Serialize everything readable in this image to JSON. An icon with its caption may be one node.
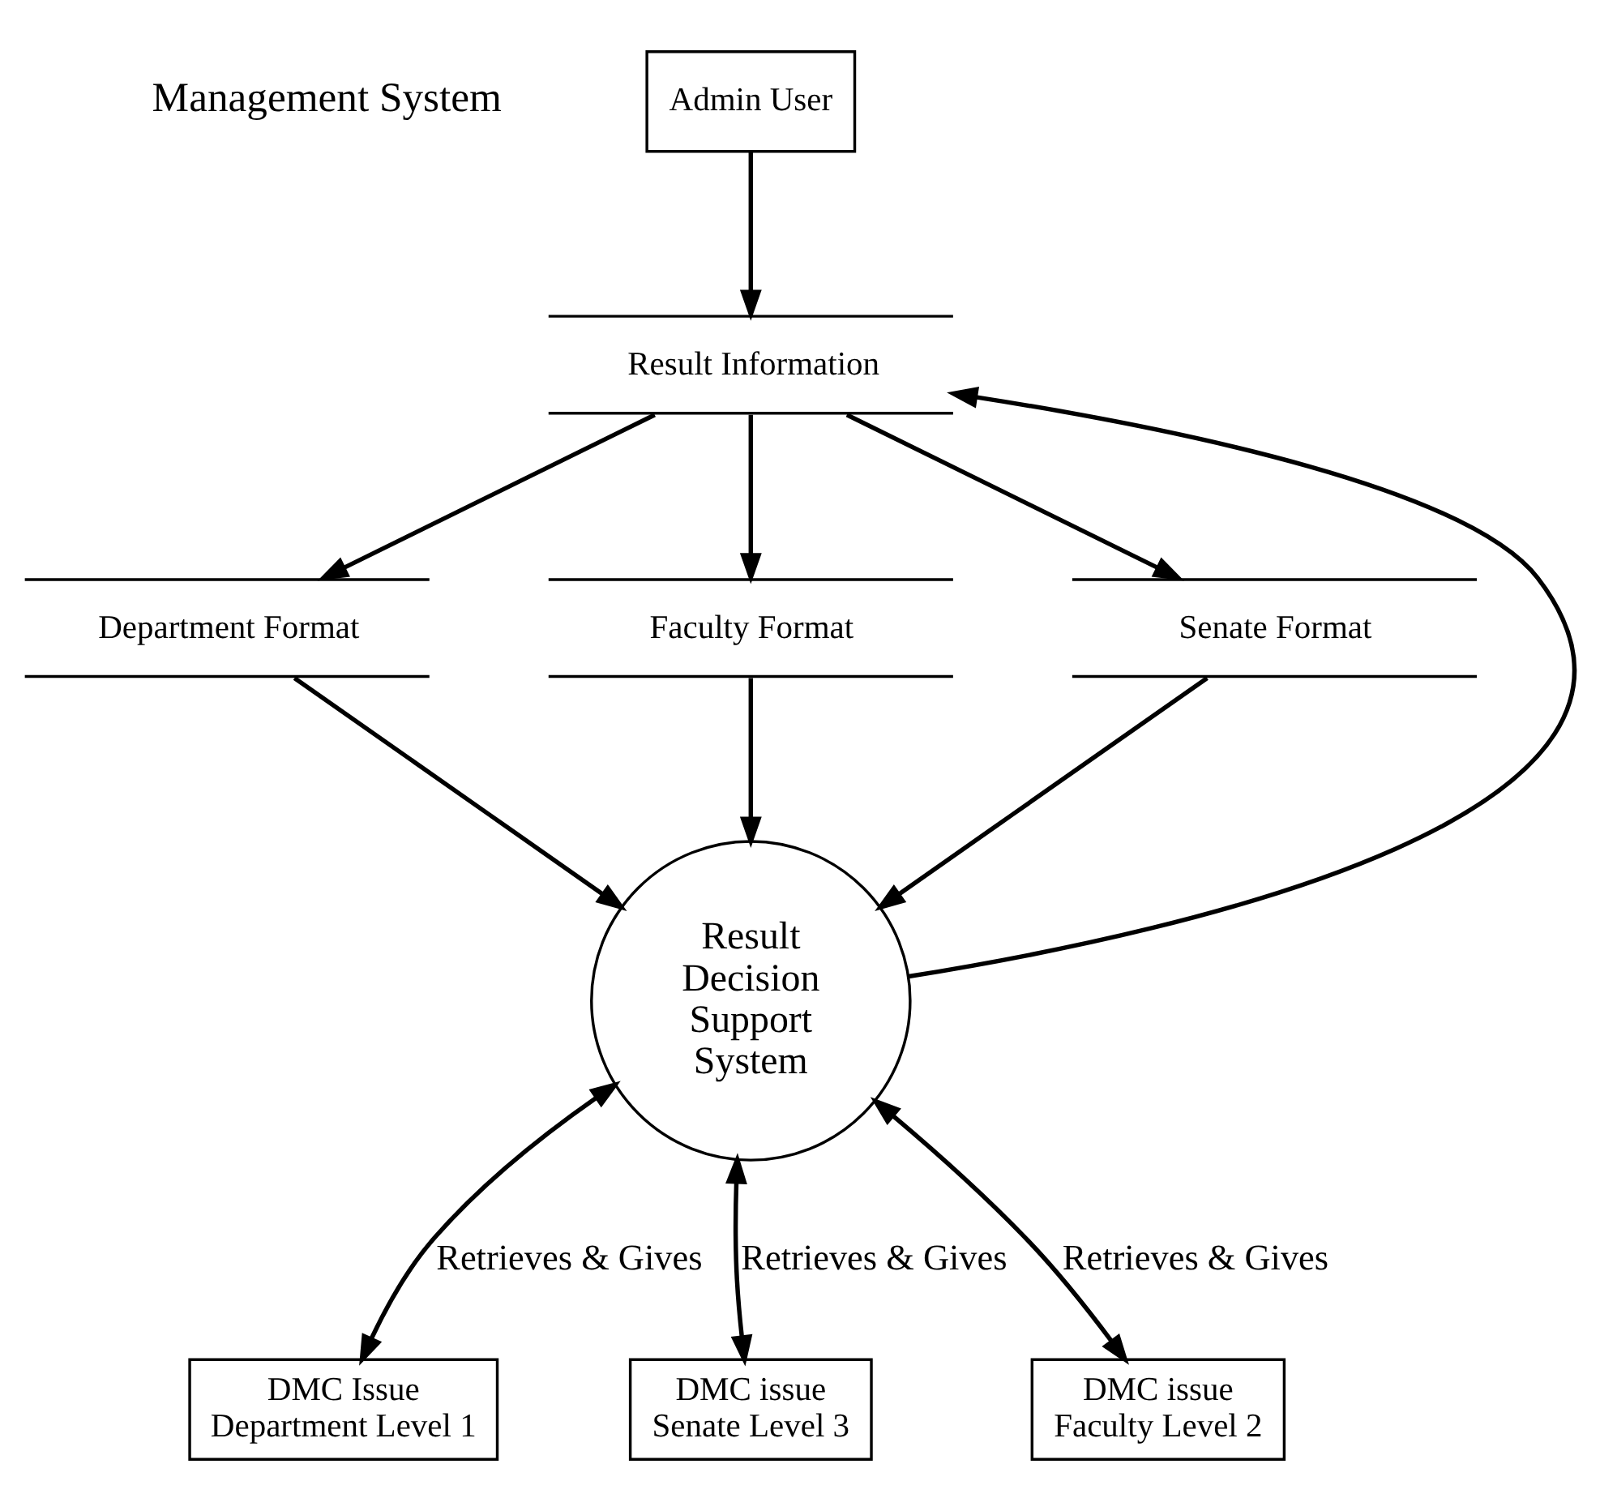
{
  "diagram": {
    "nodes": [
      {
        "text": [
          "Admin User"
        ]
      },
      {
        "text": [
          "Result Information"
        ]
      },
      {
        "text": [
          "Department Format"
        ]
      },
      {
        "text": [
          "Faculty Format"
        ]
      },
      {
        "text": [
          "Senate Format"
        ]
      },
      {
        "text": [
          "Result Decision Support System"
        ]
      },
      {
        "text": [
          "DMC Issue Department Level 1"
        ]
      },
      {
        "text": [
          "DMC issue Senate Level 3"
        ]
      },
      {
        "text": [
          "DMC issue Faculty Level 2"
        ]
      }
    ],
    "edges": [
      {
        "from": 0,
        "to": 1,
        "arrow": "to"
      },
      {
        "from": 1,
        "to": 2,
        "arrow": "to"
      },
      {
        "from": 1,
        "to": 3,
        "arrow": "to"
      },
      {
        "from": 1,
        "to": 4,
        "arrow": "to"
      },
      {
        "from": 2,
        "to": 5,
        "arrow": "to"
      },
      {
        "from": 3,
        "to": 5,
        "arrow": "to"
      },
      {
        "from": 4,
        "to": 5,
        "arrow": "to"
      },
      {
        "from": 5,
        "to": 1,
        "arrow": "to"
      },
      {
        "from": 5,
        "to": 6,
        "arrow": "both",
        "label": "Retrieves & Gives"
      },
      {
        "from": 5,
        "to": 7,
        "arrow": "both",
        "label": "Retrieves & Gives"
      },
      {
        "from": 5,
        "to": 8,
        "arrow": "both",
        "label": "Retrieves & Gives"
      }
    ],
    "labels": [
      "Management System"
    ]
  }
}
